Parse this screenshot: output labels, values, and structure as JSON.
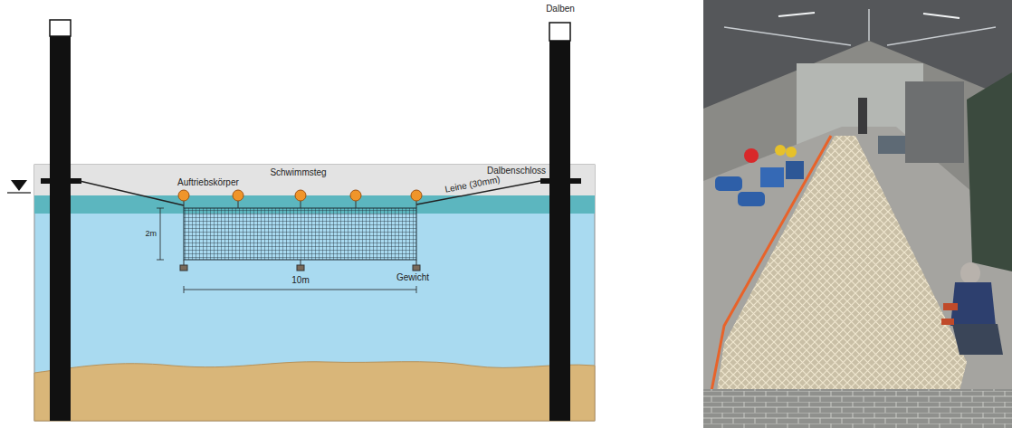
{
  "diagram": {
    "nodes": [
      {
        "text": [
          "Schwimmsteg"
        ]
      }
    ],
    "labels": [
      "Dalben",
      "Dalbenschloss",
      "Auftriebskörper",
      "Leine (30mm)",
      "2m",
      "Gewicht",
      "10m"
    ]
  }
}
